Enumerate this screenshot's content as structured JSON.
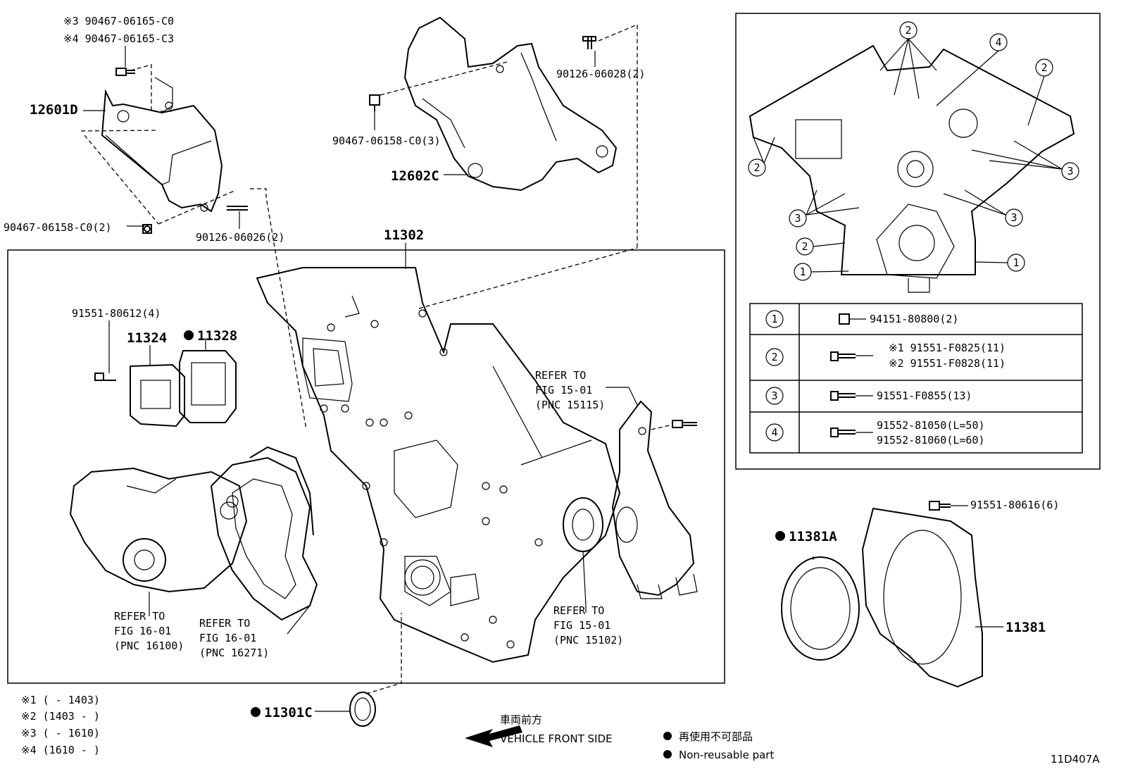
{
  "parts": {
    "p12601D": "12601D",
    "p12602C": "12602C",
    "p11302": "11302",
    "p11324": "11324",
    "p11328": "11328",
    "p11381A": "11381A",
    "p11381": "11381",
    "p11301C": "11301C",
    "bolt_c0_note3": "※3 90467-06165-C0",
    "bolt_c3_note4": "※4 90467-06165-C3",
    "bolt_left": "90467-06158-C0(2)",
    "bolt_mid": "90467-06158-C0(3)",
    "stud_26": "90126-06026(2)",
    "stud_28": "90126-06028(2)",
    "bolt_80612": "91551-80612(4)",
    "bolt_80616": "91551-80616(6)"
  },
  "refs": {
    "r15115": [
      "REFER TO",
      "FIG 15-01",
      "(PNC 15115)"
    ],
    "r16100": [
      "REFER TO",
      "FIG 16-01",
      "(PNC 16100)"
    ],
    "r16271": [
      "REFER TO",
      "FIG 16-01",
      "(PNC 16271)"
    ],
    "r15102": [
      "REFER TO",
      "FIG 15-01",
      "(PNC 15102)"
    ]
  },
  "table": {
    "rows": [
      {
        "num": "1",
        "lines": [
          "94151-80800(2)"
        ]
      },
      {
        "num": "2",
        "lines": [
          "※1 91551-F0825(11)",
          "※2 91551-F0828(11)"
        ]
      },
      {
        "num": "3",
        "lines": [
          "91551-F0855(13)"
        ]
      },
      {
        "num": "4",
        "lines": [
          "91552-81050(L=50)",
          "91552-81060(L=60)"
        ]
      }
    ]
  },
  "inset_callouts": {
    "c1": "1",
    "c2": "2",
    "c3": "3",
    "c4": "4"
  },
  "footnotes": [
    "※1 (      - 1403)",
    "※2 (1403 -      )",
    "※3 (      - 1610)",
    "※4 (1610 -      )"
  ],
  "front_jp": "車両前方",
  "front_en": "VEHICLE FRONT SIDE",
  "legend_jp": "再使用不可部品",
  "legend_en": "Non-reusable part",
  "figure_code": "11D407A"
}
